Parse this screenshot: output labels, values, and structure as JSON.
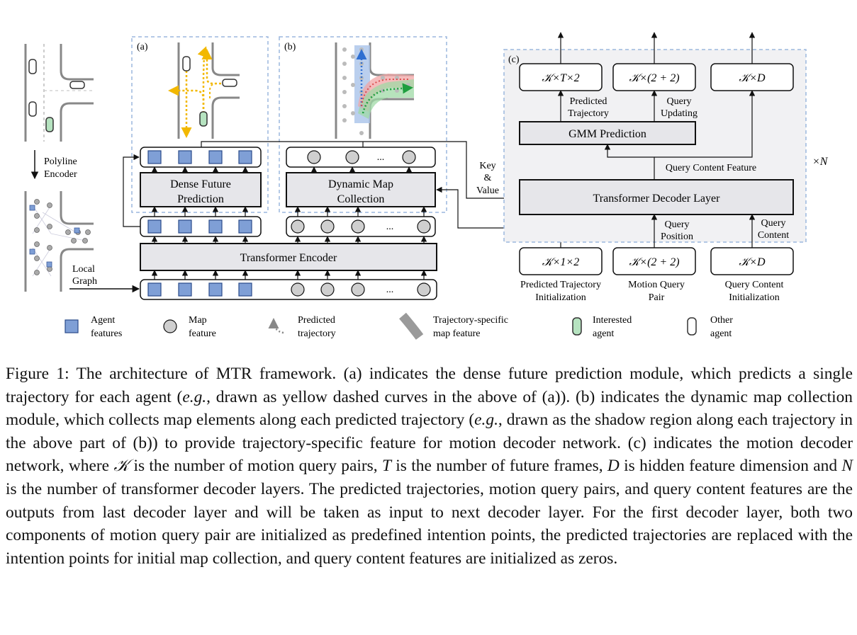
{
  "figure": {
    "panel_a_label": "(a)",
    "panel_b_label": "(b)",
    "panel_c_label": "(c)",
    "polyline_encoder_line1": "Polyline",
    "polyline_encoder_line2": "Encoder",
    "local_graph_line1": "Local",
    "local_graph_line2": "Graph",
    "dense_future_line1": "Dense Future",
    "dense_future_line2": "Prediction",
    "dynamic_map_line1": "Dynamic Map",
    "dynamic_map_line2": "Collection",
    "transformer_encoder": "Transformer Encoder",
    "ellipsis": "...",
    "key_value_line1": "Key",
    "key_value_line2": "&",
    "key_value_line3": "Value",
    "transformer_decoder": "Transformer Decoder Layer",
    "gmm_prediction": "GMM Prediction",
    "query_content_feature": "Query Content Feature",
    "times_n": "×N",
    "out_traj": "𝒦×T×2",
    "out_query": "𝒦×(2 + 2)",
    "out_content": "𝒦×D",
    "predicted_traj_line1": "Predicted",
    "predicted_traj_line2": "Trajectory",
    "query_updating_line1": "Query",
    "query_updating_line2": "Updating",
    "query_position_line1": "Query",
    "query_position_line2": "Position",
    "query_content_line1": "Query",
    "query_content_line2": "Content",
    "in_traj": "𝒦×1×2",
    "in_query": "𝒦×(2 + 2)",
    "in_content": "𝒦×D",
    "in_traj_label_line1": "Predicted Trajectory",
    "in_traj_label_line2": "Initialization",
    "in_query_label_line1": "Motion Query",
    "in_query_label_line2": "Pair",
    "in_content_label_line1": "Query Content",
    "in_content_label_line2": "Initialization",
    "legend": {
      "agent_line1": "Agent",
      "agent_line2": "features",
      "map_line1": "Map",
      "map_line2": "feature",
      "pred_line1": "Predicted",
      "pred_line2": "trajectory",
      "tsm_line1": "Trajectory-specific",
      "tsm_line2": "map feature",
      "interested_line1": "Interested",
      "interested_line2": "agent",
      "other_line1": "Other",
      "other_line2": "agent"
    },
    "colors": {
      "agent_blue": "#7f9fd6",
      "map_gray": "#cfcfcf",
      "box_fill": "#e6e6ea",
      "dashed_blue": "#9bb7de",
      "traj_yellow": "#f2b800",
      "traj_blue": "#2f6fd1",
      "traj_green": "#1e9e3e"
    }
  },
  "caption": {
    "label": "Figure 1:",
    "s1": "The architecture of MTR framework. (a) indicates the dense future prediction module, which predicts a single trajectory for each agent (",
    "eg1": "e.g.",
    "s2": ", drawn as yellow dashed curves in the above of (a)). (b) indicates the dynamic map collection module, which collects map elements along each predicted trajectory (",
    "eg2": "e.g.",
    "s3": ", drawn as the shadow region along each trajectory in the above part of (b)) to provide trajectory-specific feature for motion decoder network. (c) indicates the motion decoder network, where ",
    "sym_k": "𝒦",
    "s4": " is the number of motion query pairs, ",
    "sym_t": "T",
    "s5": " is the number of future frames, ",
    "sym_d": "D",
    "s6": " is hidden feature dimension and ",
    "sym_n": "N",
    "s7": " is the number of transformer decoder layers. The predicted trajectories, motion query pairs, and query content features are the outputs from last decoder layer and will be taken as input to next decoder layer. For the first decoder layer, both two components of motion query pair are initialized as predefined intention points, the predicted trajectories are replaced with the intention points for initial map collection, and query content features are initialized as zeros."
  }
}
